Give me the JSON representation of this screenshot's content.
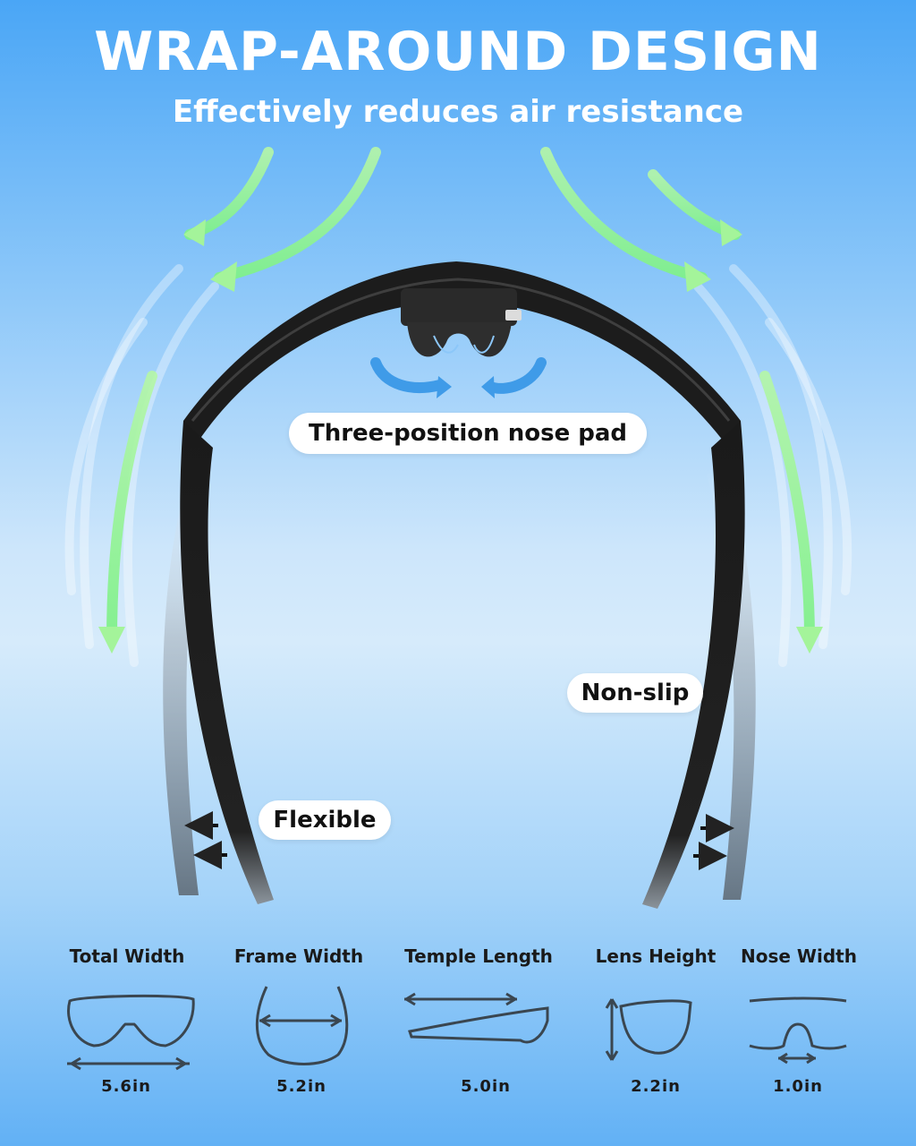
{
  "header": {
    "title": "WRAP-AROUND DESIGN",
    "subtitle": "Effectively reduces air resistance"
  },
  "callouts": {
    "nose_pad": "Three-position nose pad",
    "non_slip": "Non-slip",
    "flexible": "Flexible"
  },
  "specs": [
    {
      "label": "Total Width",
      "value": "5.6in",
      "icon": "total-width-glasses-icon"
    },
    {
      "label": "Frame Width",
      "value": "5.2in",
      "icon": "frame-width-glasses-icon"
    },
    {
      "label": "Temple Length",
      "value": "5.0in",
      "icon": "temple-length-glasses-icon"
    },
    {
      "label": "Lens Height",
      "value": "2.2in",
      "icon": "lens-height-glasses-icon"
    },
    {
      "label": "Nose Width",
      "value": "1.0in",
      "icon": "nose-width-glasses-icon"
    }
  ],
  "colors": {
    "background_top": "#4aa6f6",
    "airflow_arrow": "#9cf58e",
    "frame": "#1c1c1c",
    "text_dark": "#1a1a1a",
    "text_light": "#ffffff"
  }
}
